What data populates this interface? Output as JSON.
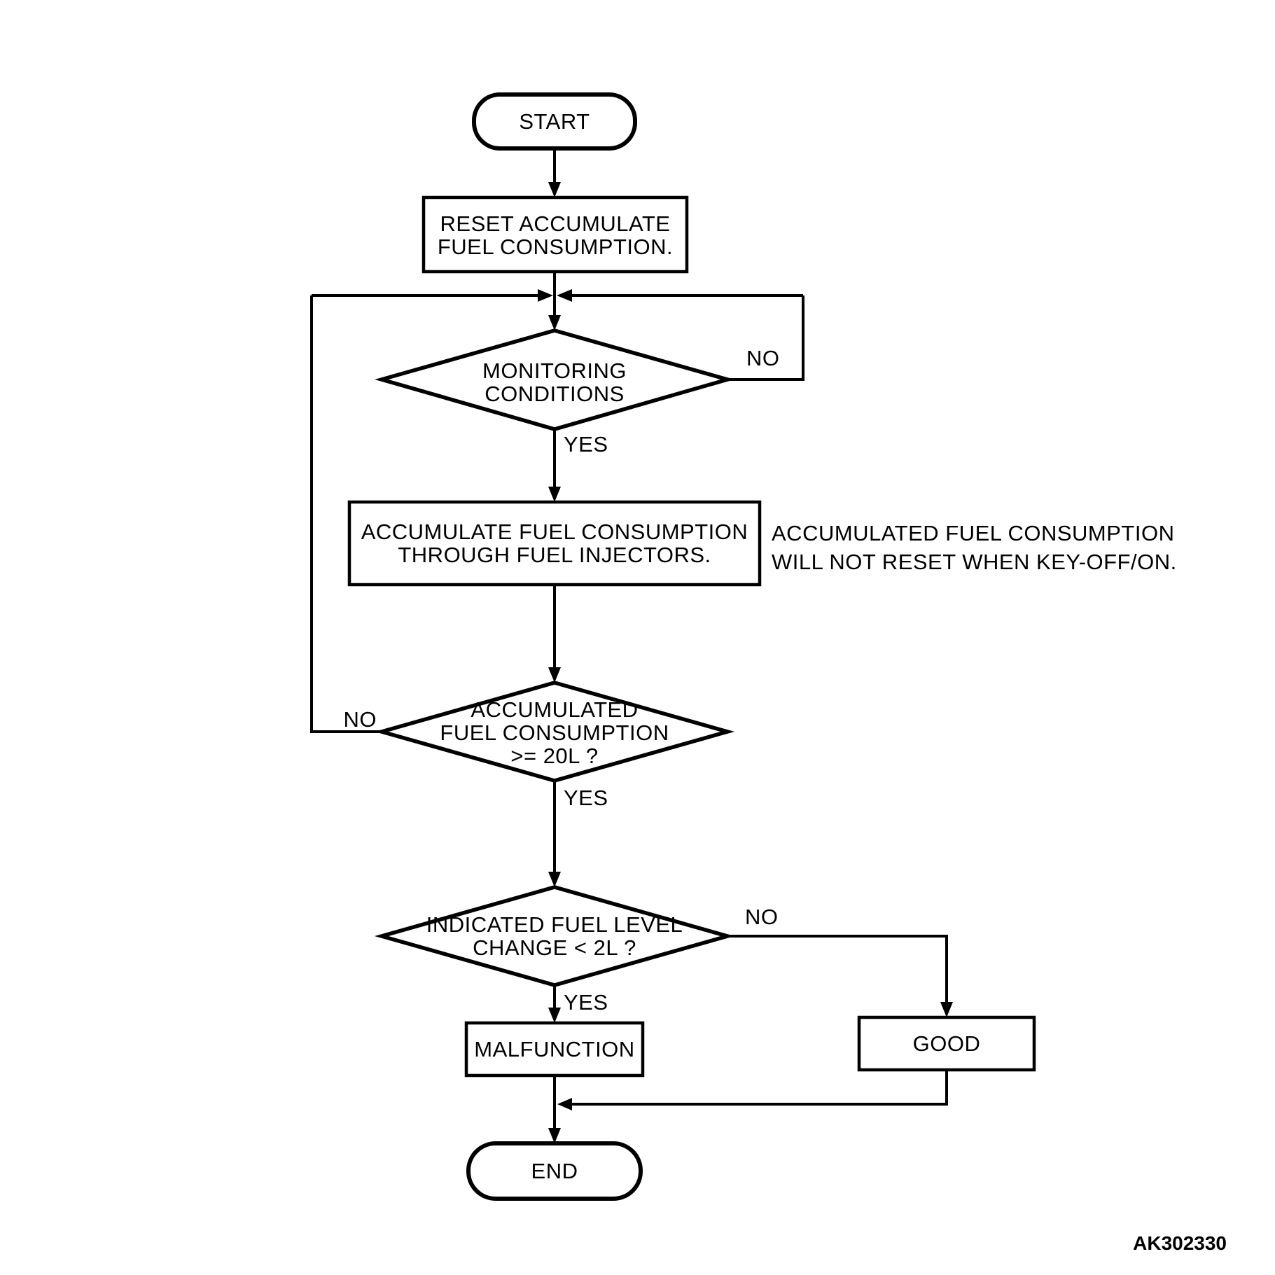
{
  "figure": {
    "code": "AK302330"
  },
  "colors": {
    "stroke": "#000000",
    "background": "#ffffff"
  },
  "flowchart": {
    "start": {
      "label": "START"
    },
    "reset": {
      "line1": "RESET ACCUMULATE",
      "line2": "FUEL CONSUMPTION."
    },
    "monitoring": {
      "line1": "MONITORING",
      "line2": "CONDITIONS",
      "yes": "YES",
      "no": "NO"
    },
    "accumulate": {
      "line1": "ACCUMULATE FUEL CONSUMPTION",
      "line2": "THROUGH FUEL INJECTORS."
    },
    "note": {
      "line1": "ACCUMULATED FUEL CONSUMPTION",
      "line2": "WILL NOT RESET WHEN KEY-OFF/ON."
    },
    "fuel_check": {
      "line1": "ACCUMULATED",
      "line2": "FUEL CONSUMPTION",
      "line3": ">= 20L ?",
      "yes": "YES",
      "no": "NO"
    },
    "level_check": {
      "line1": "INDICATED FUEL LEVEL",
      "line2": "CHANGE < 2L ?",
      "yes": "YES",
      "no": "NO"
    },
    "malfunction": {
      "label": "MALFUNCTION"
    },
    "good": {
      "label": "GOOD"
    },
    "end": {
      "label": "END"
    }
  }
}
